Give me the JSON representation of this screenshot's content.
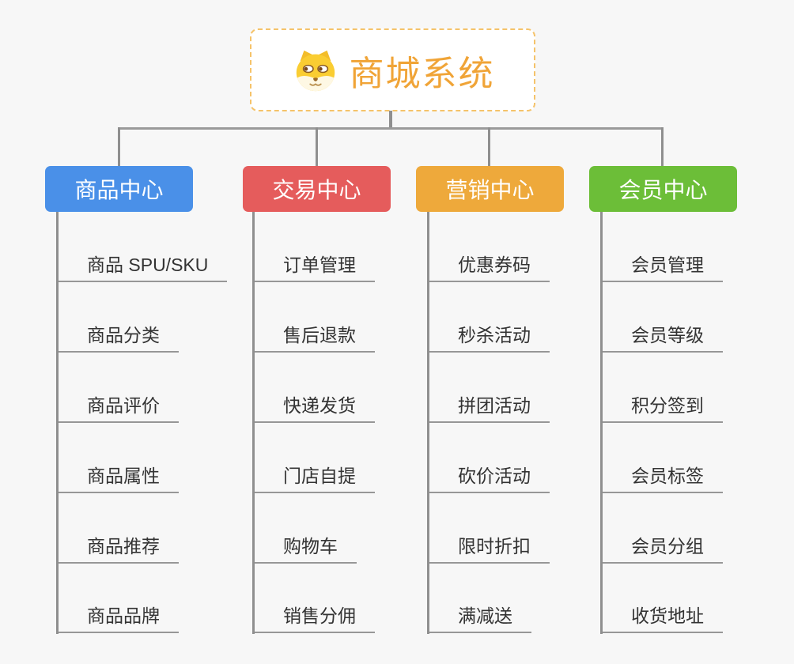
{
  "page": {
    "background": "#f7f7f7",
    "connector_color": "#8f8f8f"
  },
  "root": {
    "title": "商城系统",
    "icon": "shiba-dog-face-icon",
    "title_color": "#f0a437",
    "border_color": "#f5c36a"
  },
  "branches": [
    {
      "label": "商品中心",
      "color": "#4a90e8",
      "children": [
        "商品 SPU/SKU",
        "商品分类",
        "商品评价",
        "商品属性",
        "商品推荐",
        "商品品牌"
      ]
    },
    {
      "label": "交易中心",
      "color": "#e55c5c",
      "children": [
        "订单管理",
        "售后退款",
        "快递发货",
        "门店自提",
        "购物车",
        "销售分佣"
      ]
    },
    {
      "label": "营销中心",
      "color": "#eea93b",
      "children": [
        "优惠券码",
        "秒杀活动",
        "拼团活动",
        "砍价活动",
        "限时折扣",
        "满减送"
      ]
    },
    {
      "label": "会员中心",
      "color": "#6cbe38",
      "children": [
        "会员管理",
        "会员等级",
        "积分签到",
        "会员标签",
        "会员分组",
        "收货地址"
      ]
    }
  ]
}
